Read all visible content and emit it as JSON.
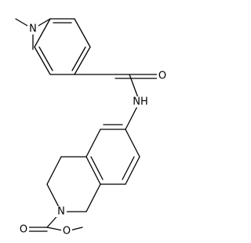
{
  "molecule": {
    "atoms": {
      "amine_n": "N",
      "amide_o": "O",
      "amide_nh": "NH",
      "ring_n": "N",
      "carbamate_o1": "O",
      "carbamate_o2": "O"
    }
  },
  "colors": {
    "bond": "#000000",
    "label": "#000000",
    "background": "#ffffff"
  }
}
